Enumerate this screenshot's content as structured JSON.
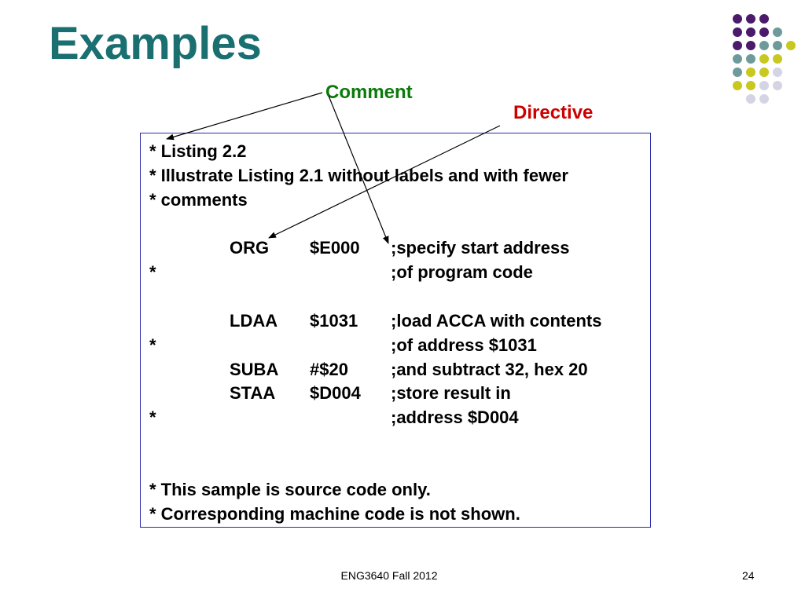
{
  "slide": {
    "title": "Examples",
    "labels": {
      "comment": "Comment",
      "directive": "Directive"
    },
    "code": {
      "header_lines": [
        "* Listing 2.2",
        "* Illustrate Listing 2.1 without labels and with fewer",
        "* comments"
      ],
      "rows": [
        {
          "star": "",
          "op": "ORG",
          "operand": "$E000",
          "comment": ";specify start address"
        },
        {
          "star": "*",
          "op": "",
          "operand": "",
          "comment": ";of program code"
        },
        {
          "star": "",
          "op": "LDAA",
          "operand": "$1031",
          "comment": ";load ACCA with contents"
        },
        {
          "star": "*",
          "op": "",
          "operand": "",
          "comment": ";of address $1031"
        },
        {
          "star": "",
          "op": "SUBA",
          "operand": "#$20",
          "comment": ";and subtract 32, hex 20"
        },
        {
          "star": "",
          "op": "STAA",
          "operand": "$D004",
          "comment": ";store result in"
        },
        {
          "star": "*",
          "op": "",
          "operand": "",
          "comment": ";address $D004"
        }
      ],
      "footer_lines": [
        "* This sample is source code only.",
        "* Corresponding machine code is not shown."
      ]
    },
    "footer": {
      "course": "ENG3640 Fall 2012",
      "page_number": "24"
    },
    "colors": {
      "title": "#1a7070",
      "comment_label": "#0a7a0a",
      "directive_label": "#cc0000",
      "box_border": "#2a2aa8",
      "dot_purple": "#4b1a6b",
      "dot_teal": "#6f9a9a",
      "dot_yellow": "#c8c81e",
      "dot_lavender": "#d4d4e4"
    }
  }
}
